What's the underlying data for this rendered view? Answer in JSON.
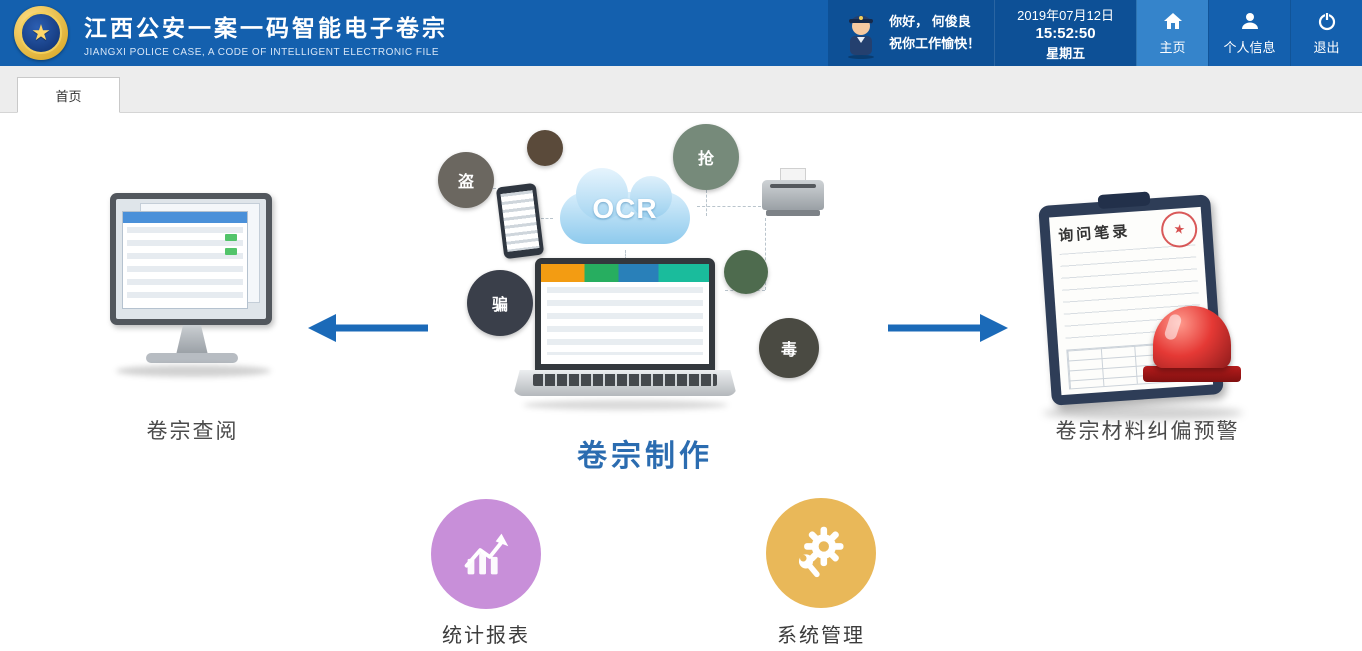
{
  "colors": {
    "topbar": "#1460ae",
    "topbar_dark": "#0d5096",
    "nav_active": "#3584cb",
    "accent_blue": "#1b6ab8",
    "title_blue": "#2b6cb0",
    "purple_circle": "#c88fd9",
    "yellow_circle": "#e9b859",
    "alarm_red": "#e53935"
  },
  "header": {
    "title": "江西公安一案一码智能电子卷宗",
    "subtitle": "JIANGXI POLICE CASE, A CODE OF INTELLIGENT ELECTRONIC FILE",
    "greeting": {
      "line1": "你好， 何俊良",
      "line2": "祝你工作愉快！"
    },
    "datetime": {
      "date": "2019年07月12日",
      "time": "15:52:50",
      "weekday": "星期五"
    },
    "nav": [
      {
        "label": "主页",
        "icon": "home-icon"
      },
      {
        "label": "个人信息",
        "icon": "user-icon"
      },
      {
        "label": "退出",
        "icon": "power-icon"
      }
    ]
  },
  "tabs": [
    {
      "label": "首页"
    }
  ],
  "main": {
    "left": {
      "label": "卷宗查阅"
    },
    "center": {
      "label": "卷宗制作",
      "ocr_label": "OCR",
      "crime_badges": [
        "盗",
        "抢",
        "骗",
        "毒"
      ]
    },
    "right": {
      "label": "卷宗材料纠偏预警",
      "doc_title": "询问笔录"
    },
    "bottom_modules": [
      {
        "label": "统计报表",
        "icon": "chart-icon"
      },
      {
        "label": "系统管理",
        "icon": "gear-wrench-icon"
      }
    ]
  }
}
